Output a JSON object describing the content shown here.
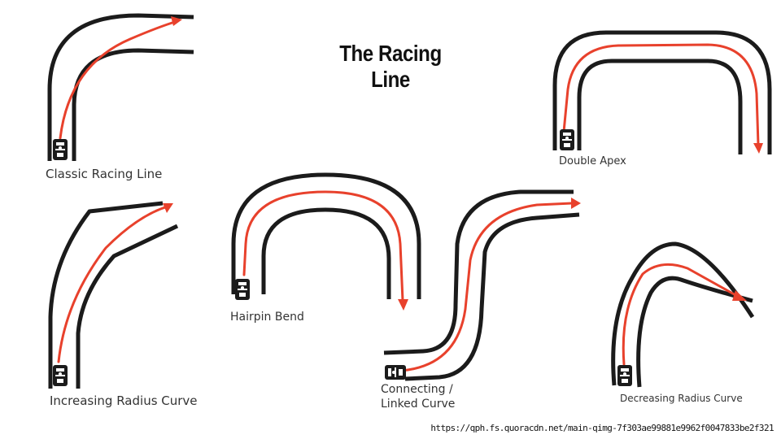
{
  "title": "The Racing Line",
  "corners": [
    {
      "id": "classic",
      "label": "Classic Racing Line"
    },
    {
      "id": "double",
      "label": "Double Apex"
    },
    {
      "id": "increasing",
      "label": "Increasing Radius Curve"
    },
    {
      "id": "hairpin",
      "label": "Hairpin Bend"
    },
    {
      "id": "connecting",
      "label": "Connecting /\nLinked Curve"
    },
    {
      "id": "decreasing",
      "label": "Decreasing Radius Curve"
    }
  ],
  "source": "https://qph.fs.quoracdn.net/main-qimg-7f303ae99881e9962f0047833be2f321",
  "colors": {
    "track": "#1b1b1b",
    "racing_line": "#e8412c"
  },
  "icons": {
    "car": "kart-top-view-icon",
    "arrow": "arrowhead-icon"
  }
}
